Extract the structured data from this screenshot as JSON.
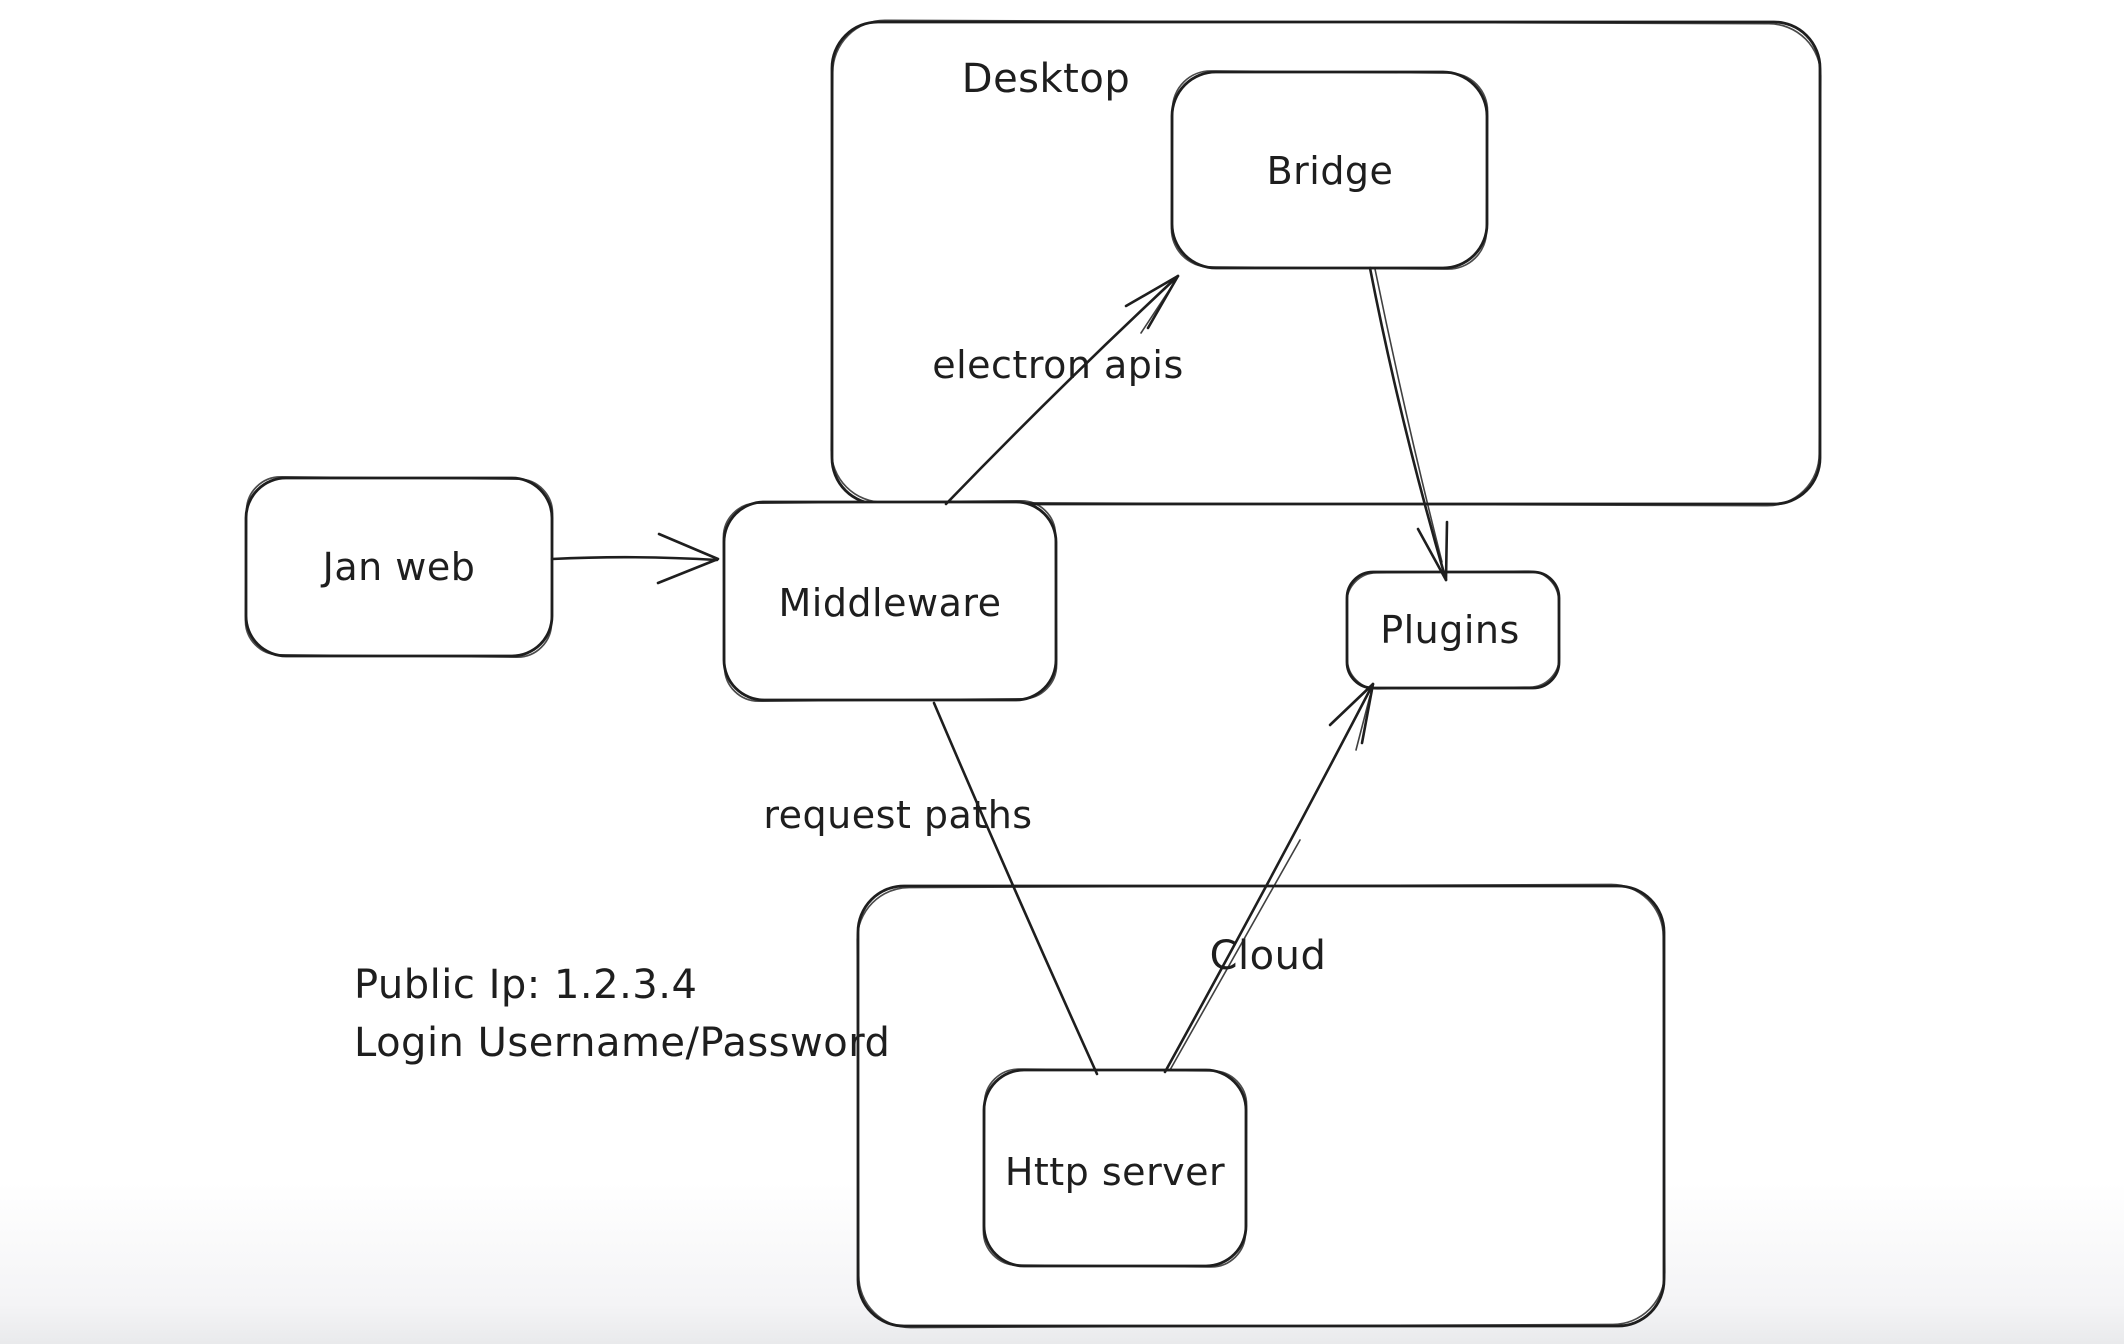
{
  "diagram": {
    "stroke_color": "#1e1e1e",
    "background_color": "#ffffff",
    "containers": [
      {
        "id": "desktop",
        "label": "Desktop"
      },
      {
        "id": "cloud",
        "label": "Cloud"
      }
    ],
    "nodes": [
      {
        "id": "jan-web",
        "label": "Jan web"
      },
      {
        "id": "middleware",
        "label": "Middleware"
      },
      {
        "id": "bridge",
        "label": "Bridge"
      },
      {
        "id": "plugins",
        "label": "Plugins"
      },
      {
        "id": "http-server",
        "label": "Http server"
      }
    ],
    "edges": [
      {
        "from": "Jan web",
        "to": "Middleware",
        "label": ""
      },
      {
        "from": "Middleware",
        "to": "Bridge",
        "label": "electron apis"
      },
      {
        "from": "Bridge",
        "to": "Plugins",
        "label": ""
      },
      {
        "from": "Middleware",
        "to": "Http server",
        "label": "request paths"
      },
      {
        "from": "Http server",
        "to": "Plugins",
        "label": ""
      }
    ],
    "annotations": [
      {
        "text": "Public Ip: 1.2.3.4"
      },
      {
        "text": "Login Username/Password"
      }
    ]
  }
}
